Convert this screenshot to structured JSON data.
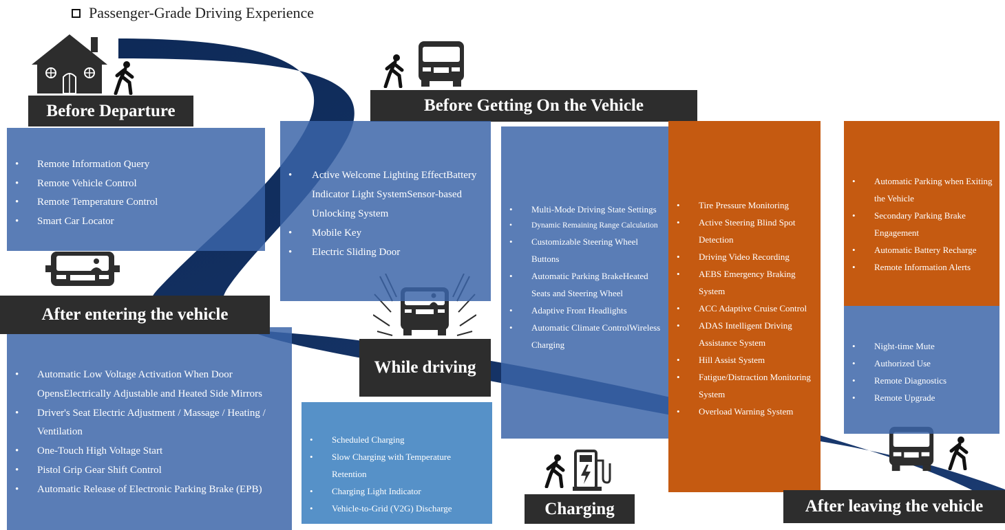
{
  "header": {
    "title": "Passenger-Grade Driving Experience"
  },
  "labels": {
    "before_departure": "Before Departure",
    "before_getting_on": "Before Getting On the Vehicle",
    "after_entering": "After entering the vehicle",
    "while_driving": "While driving",
    "charging": "Charging",
    "after_leaving": "After leaving the vehicle"
  },
  "before_departure_items": [
    "Remote Information Query",
    "Remote Vehicle Control",
    "Remote Temperature Control",
    "Smart Car Locator"
  ],
  "before_getting_on_items": [
    "Active Welcome Lighting EffectBattery Indicator Light SystemSensor-based Unlocking System",
    "Mobile Key",
    "Electric Sliding Door"
  ],
  "after_entering_items": [
    "Automatic Low Voltage Activation When Door OpensElectrically Adjustable and Heated Side Mirrors",
    "Driver's Seat Electric Adjustment / Massage / Heating / Ventilation",
    "One-Touch High Voltage Start",
    "Pistol Grip Gear Shift Control",
    "Automatic Release of Electronic Parking Brake (EPB)"
  ],
  "driving_modes_items": [
    "Multi-Mode Driving State Settings",
    "Dynamic Remaining Range Calculation",
    "Customizable Steering Wheel Buttons",
    "Automatic Parking BrakeHeated Seats and Steering Wheel",
    "Adaptive Front Headlights",
    "Automatic Climate ControlWireless Charging"
  ],
  "driving_safety_items": [
    "Tire Pressure Monitoring",
    "Active Steering Blind Spot Detection",
    "Driving Video Recording",
    "AEBS Emergency Braking System",
    "ACC Adaptive Cruise Control",
    "ADAS Intelligent Driving Assistance System",
    "Hill Assist System",
    "Fatigue/Distraction Monitoring System",
    "Overload Warning System"
  ],
  "charging_items": [
    "Scheduled Charging",
    "Slow Charging with Temperature Retention",
    "Charging Light Indicator",
    "Vehicle-to-Grid (V2G) Discharge"
  ],
  "after_leaving_top_items": [
    "Automatic Parking when Exiting the Vehicle",
    "Secondary Parking Brake Engagement",
    "Automatic Battery Recharge",
    "Remote Information Alerts"
  ],
  "after_leaving_bottom_items": [
    "Night-time Mute",
    "Authorized Use",
    "Remote Diagnostics",
    "Remote Upgrade"
  ],
  "icons": {
    "house": "house-icon",
    "walker": "walking-person-icon",
    "vehicle": "van-front-icon",
    "charger": "charging-station-icon"
  },
  "colors": {
    "road": "#142f5e",
    "panel_blue": "#3a64a8",
    "panel_orange": "#c55a11",
    "panel_light_blue": "#5691c8",
    "label_bg": "#2d2d2d"
  }
}
